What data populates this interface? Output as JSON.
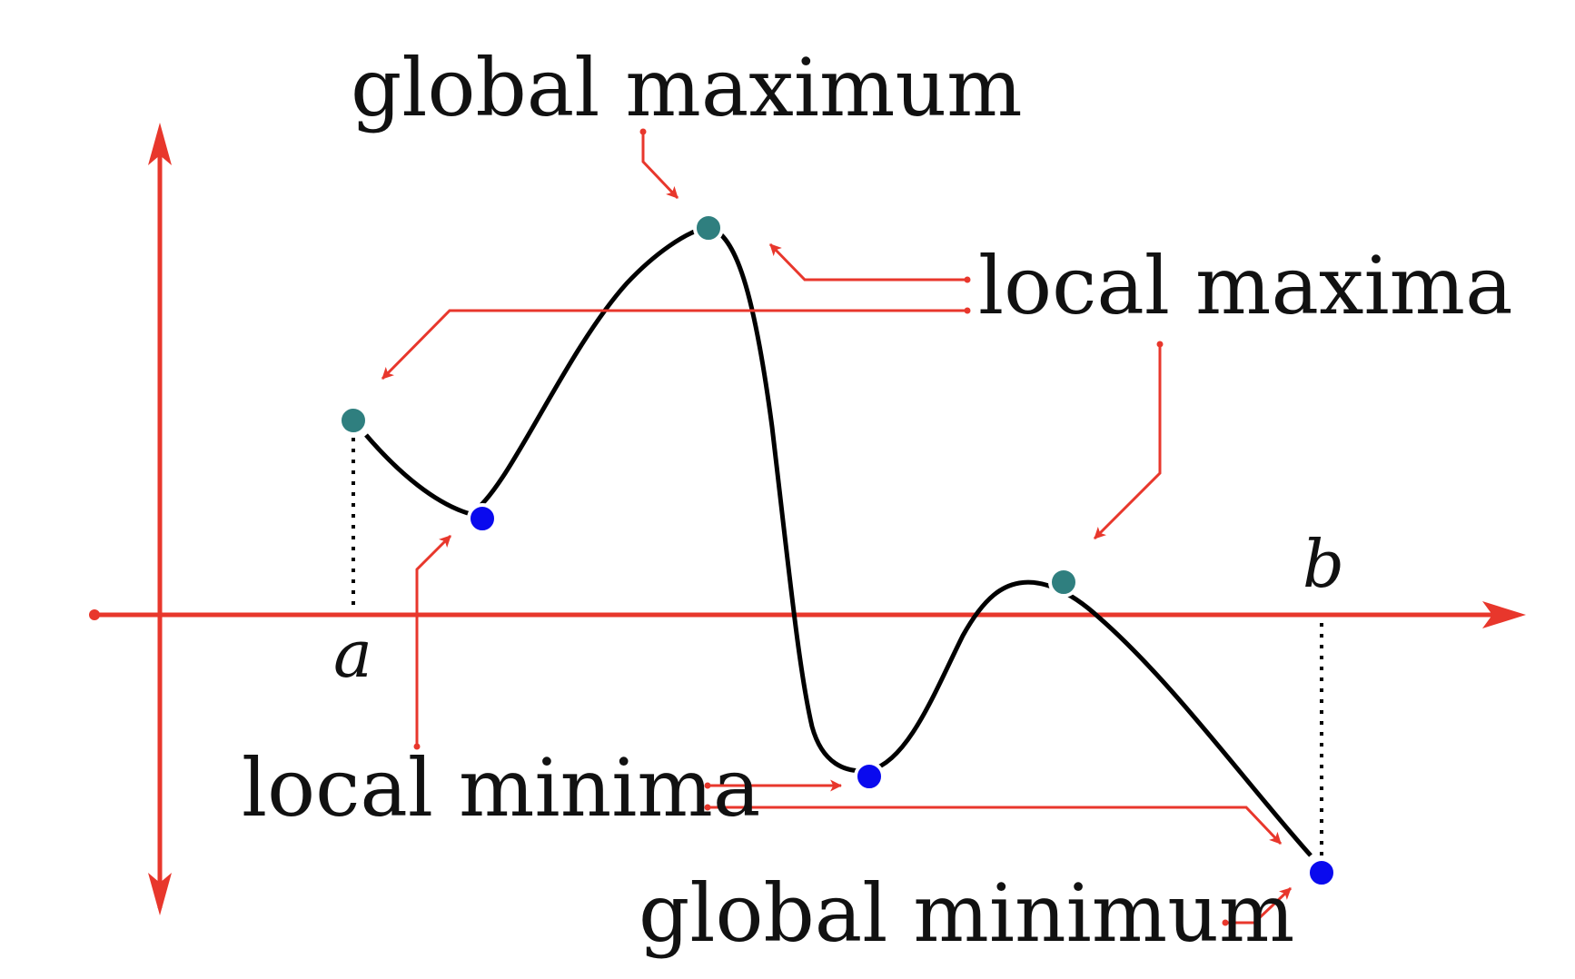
{
  "colors": {
    "axis": "#e8372c",
    "curve": "#000000",
    "maximum_point": "#2f7f7f",
    "minimum_point": "#0a0aee",
    "text": "#111111"
  },
  "labels": {
    "global_maximum": "global maximum",
    "local_maxima": "local maxima",
    "local_minima": "local minima",
    "global_minimum": "global minimum",
    "interval_start": "a",
    "interval_end": "b"
  },
  "points": [
    {
      "name": "endpoint-a",
      "kind": "local maximum"
    },
    {
      "name": "first-local-minimum",
      "kind": "local minimum"
    },
    {
      "name": "global-maximum",
      "kind": "global maximum"
    },
    {
      "name": "second-local-minimum",
      "kind": "local minimum"
    },
    {
      "name": "second-local-maximum",
      "kind": "local maximum"
    },
    {
      "name": "endpoint-b",
      "kind": "global minimum"
    }
  ]
}
